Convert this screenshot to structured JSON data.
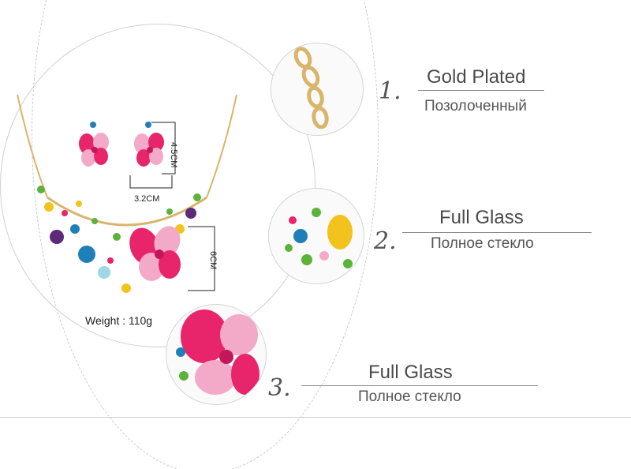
{
  "product": {
    "weight_label": "Weight : 110g",
    "dimensions": {
      "earring_height": "4.5CM",
      "earring_width": "3.2CM",
      "pendant_height": "6CM"
    }
  },
  "features": [
    {
      "number": "1.",
      "title": "Gold Plated",
      "subtitle": "Позолоченный"
    },
    {
      "number": "2.",
      "title": "Full Glass",
      "subtitle": "Полное стекло"
    },
    {
      "number": "3.",
      "title": "Full Glass",
      "subtitle": "Полное стекло"
    }
  ],
  "colors": {
    "gold": "#d8b56a",
    "pink": "#e8246a",
    "light_pink": "#f3a9c8",
    "green": "#5bb33a",
    "blue": "#1f7fb8",
    "yellow": "#f2c21d",
    "purple": "#5b2a78"
  }
}
